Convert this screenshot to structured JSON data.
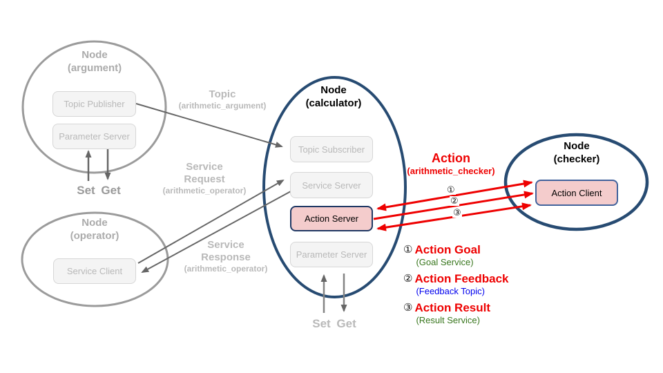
{
  "nodes": {
    "argument": {
      "title": "Node",
      "subtitle": "(argument)",
      "modules": [
        {
          "label": "Topic Publisher"
        },
        {
          "label": "Parameter Server"
        }
      ],
      "set_get": "Set Get"
    },
    "operator": {
      "title": "Node",
      "subtitle": "(operator)",
      "modules": [
        {
          "label": "Service Client"
        }
      ]
    },
    "calculator": {
      "title": "Node",
      "subtitle": "(calculator)",
      "modules": [
        {
          "label": "Topic Subscriber"
        },
        {
          "label": "Service Server"
        },
        {
          "label": "Action Server"
        },
        {
          "label": "Parameter Server"
        }
      ],
      "set_get": "Set Get"
    },
    "checker": {
      "title": "Node",
      "subtitle": "(checker)",
      "modules": [
        {
          "label": "Action Client"
        }
      ]
    }
  },
  "links": {
    "topic": {
      "title": "Topic",
      "subtitle": "(arithmetic_argument)"
    },
    "service_request": {
      "title": "Service Request",
      "subtitle": "(arithmetic_operator)"
    },
    "service_response": {
      "title": "Service Response",
      "subtitle": "(arithmetic_operator)"
    },
    "action": {
      "title": "Action",
      "subtitle": "(arithmetic_checker)",
      "arrow_numbers": [
        "①",
        "②",
        "③"
      ]
    }
  },
  "legend": {
    "items": [
      {
        "num": "①",
        "title": "Action Goal",
        "subtitle": "(Goal Service)",
        "subtitle_color": "#38761d"
      },
      {
        "num": "②",
        "title": "Action Feedback",
        "subtitle": "(Feedback Topic)",
        "subtitle_color": "#0000ee"
      },
      {
        "num": "③",
        "title": "Action Result",
        "subtitle": "(Result Service)",
        "subtitle_color": "#38761d"
      }
    ]
  },
  "colors": {
    "faded_gray": "#9b9b9b",
    "faded_text": "#b9b9b9",
    "dark_arrow": "#666666",
    "navy_ellipse": "#274b72",
    "action_red": "#ee0000",
    "action_pink_fill": "#f4cccc"
  }
}
